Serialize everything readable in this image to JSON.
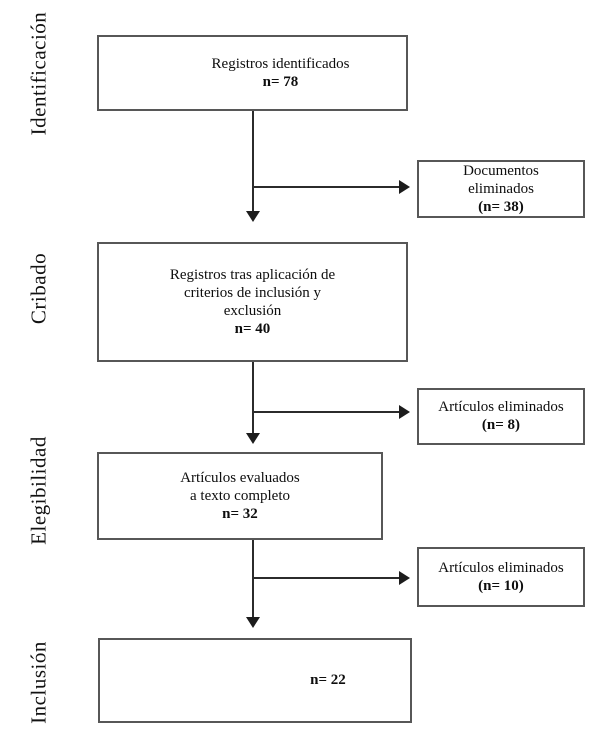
{
  "diagram": {
    "type": "prisma-flow",
    "colors": {
      "background": "#ffffff",
      "box_border": "#575757",
      "connector": "#2b2b2b",
      "text": "#0e0e0e"
    },
    "stages": [
      {
        "label": "Identificación"
      },
      {
        "label": "Cribado"
      },
      {
        "label": "Elegibilidad"
      },
      {
        "label": "Inclusión"
      }
    ],
    "main_boxes": [
      {
        "lines": [
          "Registros identificados"
        ],
        "count": "n= 78"
      },
      {
        "lines": [
          "Registros tras aplicación de",
          "criterios de inclusión y",
          "exclusión"
        ],
        "count": "n= 40"
      },
      {
        "lines": [
          "Artículos evaluados",
          "a texto completo"
        ],
        "count": "n= 32"
      },
      {
        "lines": [],
        "count": "n= 22"
      }
    ],
    "side_boxes": [
      {
        "lines": [
          "Documentos",
          "eliminados"
        ],
        "count": "(n= 38)"
      },
      {
        "lines": [
          "Artículos eliminados"
        ],
        "count": "(n= 8)"
      },
      {
        "lines": [
          "Artículos eliminados"
        ],
        "count": "(n= 10)"
      }
    ]
  }
}
